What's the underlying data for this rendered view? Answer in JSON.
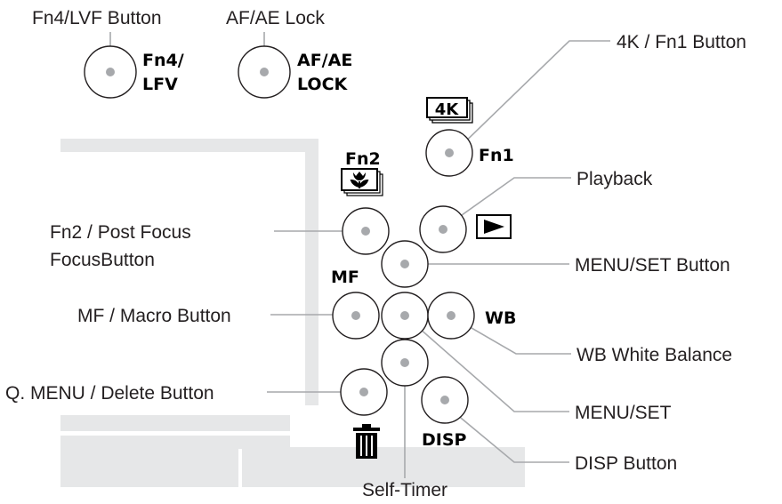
{
  "labels": {
    "fn4_lvf": "Fn4/LVF Button",
    "af_ae_lock": "AF/AE Lock",
    "fn1_4k": "4K / Fn1 Button",
    "playback": "Playback",
    "fn2_line1": "Fn2 / Post Focus",
    "fn2_line2": "FocusButton",
    "menu_set_button": "MENU/SET Button",
    "mf_macro": "MF / Macro Button",
    "wb_white_balance": "WB White Balance",
    "q_menu_delete": "Q. MENU / Delete Button",
    "menu_set": "MENU/SET",
    "disp_button": "DISP Button",
    "self_timer": "Self-Timer"
  },
  "button_text": {
    "fn4_line1": "Fn4/",
    "fn4_line2": "LFV",
    "af_line1": "AF/AE",
    "af_line2": "LOCK",
    "badge_4k": "4K",
    "fn1": "Fn1",
    "fn2": "Fn2",
    "mf": "MF",
    "wb": "WB",
    "disp": "DISP"
  },
  "icons": {
    "play": "play-icon",
    "macro": "macro-flower-icon",
    "trash": "trash-icon",
    "badge_4k": "4k-badge-icon"
  },
  "colors": {
    "camera_body": "#e6e7e8",
    "leader_line": "#a7a9ac",
    "outline": "#231f20"
  }
}
